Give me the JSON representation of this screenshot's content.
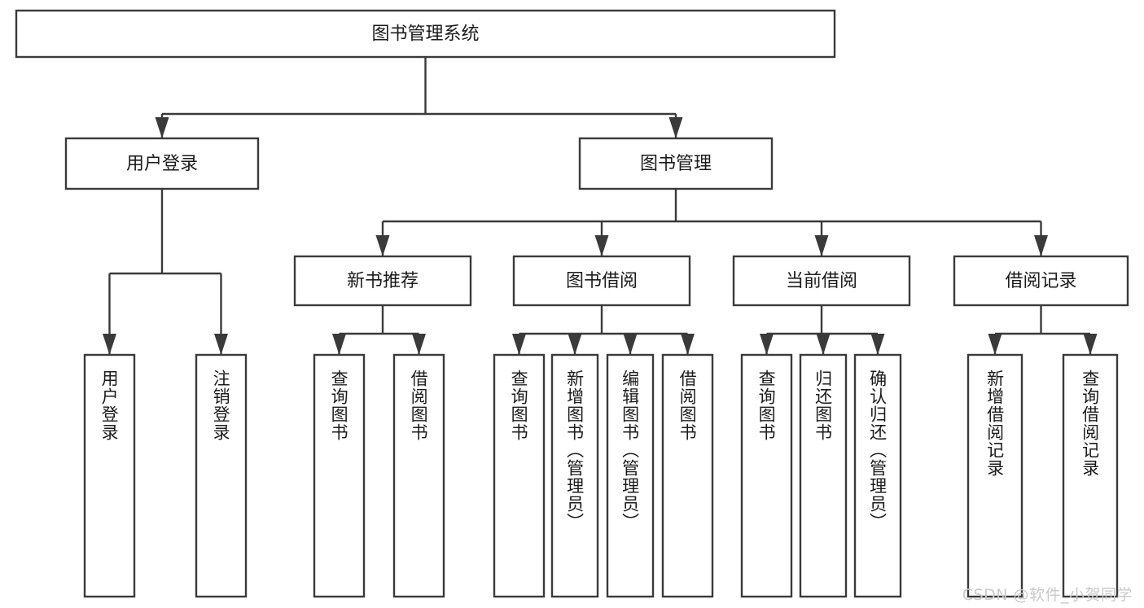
{
  "diagram": {
    "title_node": {
      "label": "图书管理系统"
    },
    "level1": [
      {
        "id": "user-login",
        "label": "用户登录"
      },
      {
        "id": "book-management",
        "label": "图书管理"
      }
    ],
    "level2": [
      {
        "id": "new-book-recommend",
        "label": "新书推荐"
      },
      {
        "id": "book-borrow",
        "label": "图书借阅"
      },
      {
        "id": "current-borrow",
        "label": "当前借阅"
      },
      {
        "id": "borrow-record",
        "label": "借阅记录"
      }
    ],
    "leaves": [
      {
        "id": "leaf-user-login",
        "label": "用户登录",
        "parent": "user-login"
      },
      {
        "id": "leaf-logout",
        "label": "注销登录",
        "parent": "user-login"
      },
      {
        "id": "leaf-query-book-1",
        "label": "查询图书",
        "parent": "new-book-recommend"
      },
      {
        "id": "leaf-borrow-book-1",
        "label": "借阅图书",
        "parent": "new-book-recommend"
      },
      {
        "id": "leaf-query-book-2",
        "label": "查询图书",
        "parent": "book-borrow"
      },
      {
        "id": "leaf-add-book",
        "label": "新增图书（管理员）",
        "parent": "book-borrow"
      },
      {
        "id": "leaf-edit-book",
        "label": "编辑图书（管理员）",
        "parent": "book-borrow"
      },
      {
        "id": "leaf-borrow-book-2",
        "label": "借阅图书",
        "parent": "book-borrow"
      },
      {
        "id": "leaf-query-book-3",
        "label": "查询图书",
        "parent": "current-borrow"
      },
      {
        "id": "leaf-return-book",
        "label": "归还图书",
        "parent": "current-borrow"
      },
      {
        "id": "leaf-confirm-return",
        "label": "确认归还（管理员）",
        "parent": "current-borrow"
      },
      {
        "id": "leaf-add-record",
        "label": "新增借阅记录",
        "parent": "borrow-record"
      },
      {
        "id": "leaf-query-record",
        "label": "查询借阅记录",
        "parent": "borrow-record"
      }
    ],
    "watermark": "CSDN @软件_小贺同学",
    "colors": {
      "stroke": "#3a3a3a",
      "text": "#1b1b1b",
      "background": "#ffffff",
      "watermark": "#c9c9c9"
    }
  }
}
